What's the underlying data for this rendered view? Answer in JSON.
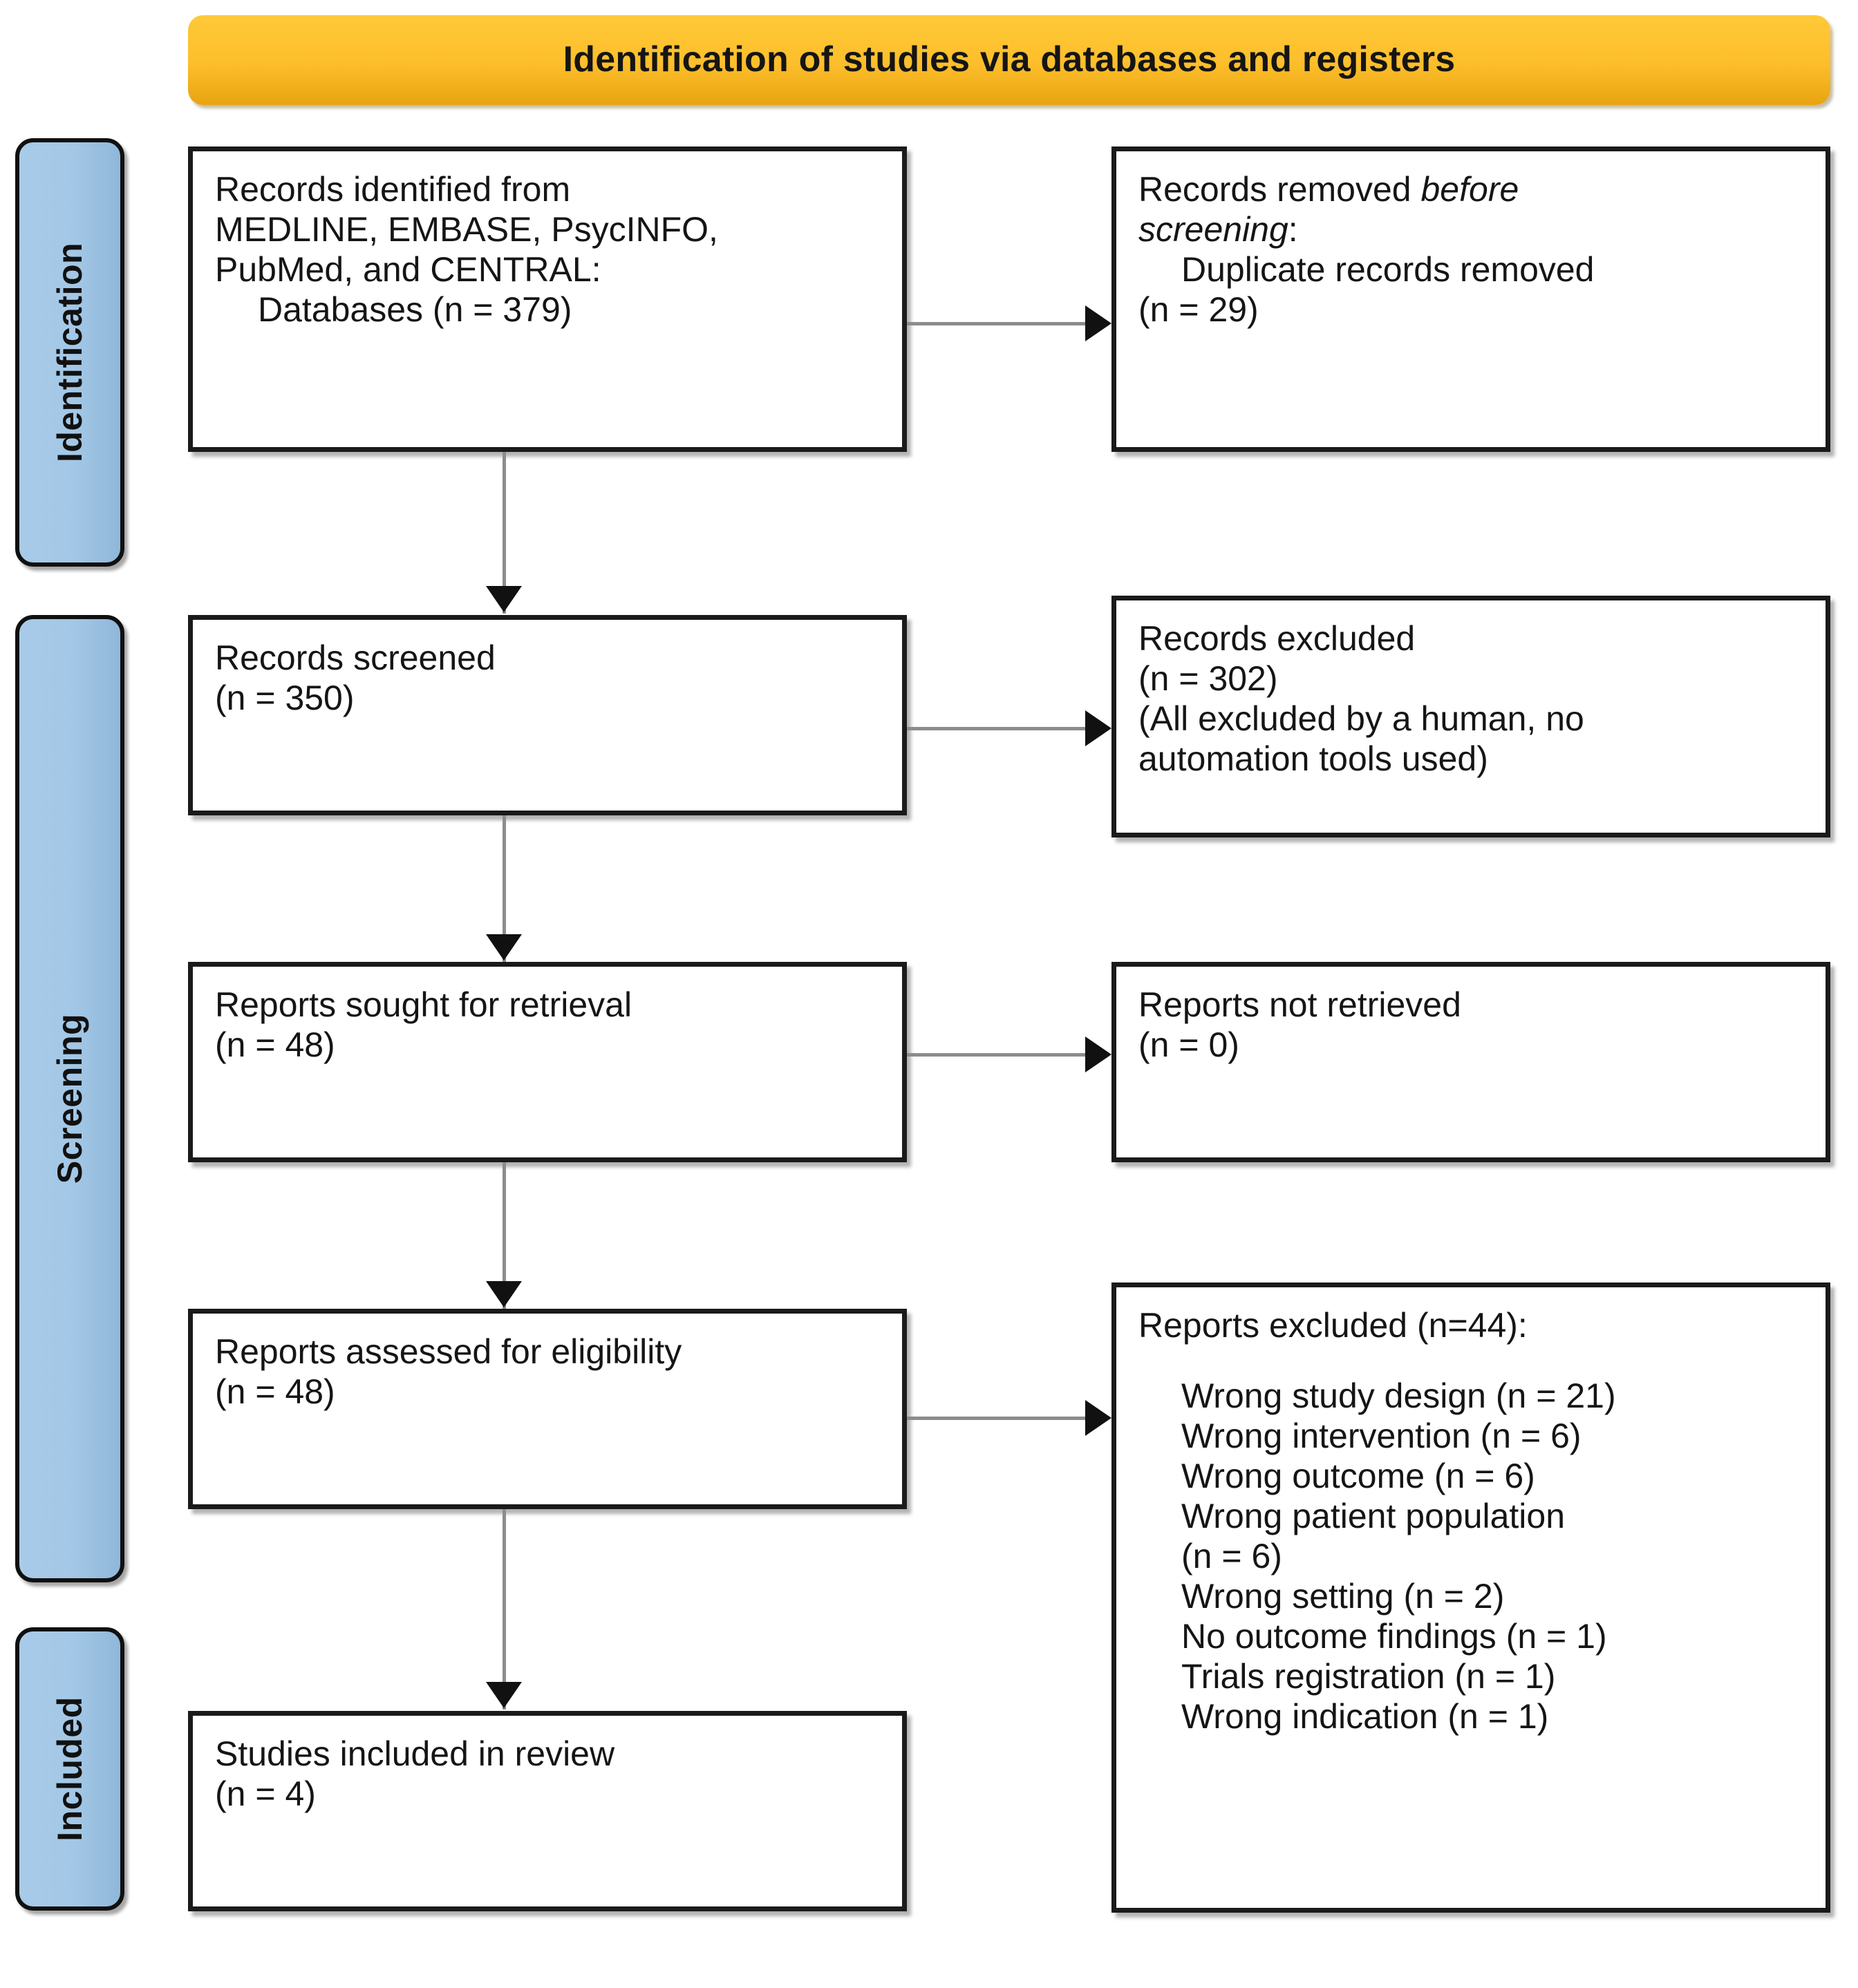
{
  "banner": {
    "title": "Identification of studies via databases and registers",
    "color": "#FDBE2B"
  },
  "stages": [
    {
      "id": "identification",
      "label": "Identification"
    },
    {
      "id": "screening",
      "label": "Screening"
    },
    {
      "id": "included",
      "label": "Included"
    }
  ],
  "stage_bar_color": "#A3C7E6",
  "boxes": {
    "records_identified": {
      "line1": "Records identified from",
      "line2": "MEDLINE, EMBASE, PsycINFO,",
      "line3": "PubMed, and CENTRAL:",
      "line4": "Databases (n = 379)"
    },
    "records_removed": {
      "line1": "Records removed ",
      "line1_italic": "before",
      "line2_italic": "screening",
      "line2_tail": ":",
      "line3": "Duplicate records removed",
      "line4": "(n = 29)"
    },
    "records_screened": {
      "line1": "Records screened",
      "line2": "(n = 350)"
    },
    "records_excluded": {
      "line1": "Records excluded",
      "line2": "(n = 302)",
      "line3": "(All excluded by a human, no",
      "line4": "automation tools used)"
    },
    "reports_sought": {
      "line1": "Reports sought for retrieval",
      "line2": "(n = 48)"
    },
    "reports_not_retrieved": {
      "line1": "Reports not retrieved",
      "line2": "(n = 0)"
    },
    "reports_assessed": {
      "line1": "Reports assessed for eligibility",
      "line2": "(n = 48)"
    },
    "reports_excluded": {
      "heading": "Reports excluded (n=44):",
      "reasons": [
        "Wrong study design (n = 21)",
        "Wrong intervention (n = 6)",
        "Wrong outcome (n = 6)",
        "Wrong patient population",
        "(n = 6)",
        "Wrong setting (n = 2)",
        "No outcome findings (n = 1)",
        "Trials registration (n = 1)",
        "Wrong indication (n = 1)"
      ]
    },
    "studies_included": {
      "line1": "Studies included in review",
      "line2": "(n = 4)"
    }
  }
}
